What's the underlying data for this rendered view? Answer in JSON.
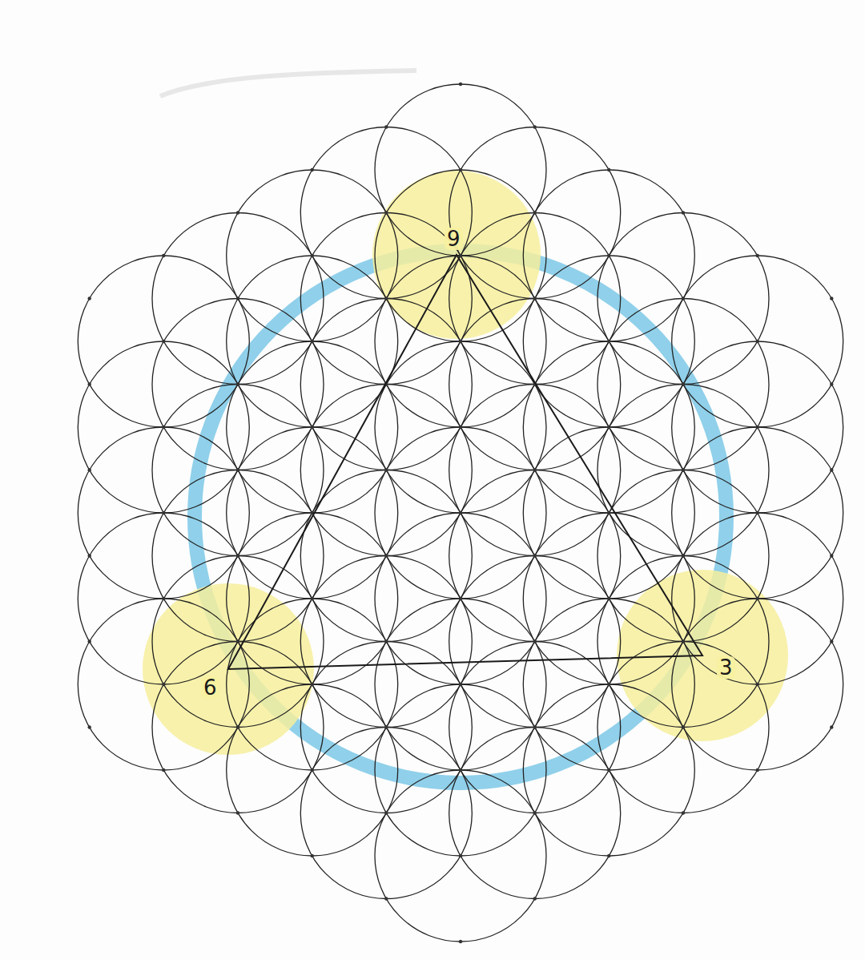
{
  "diagram": {
    "labels": [
      "9",
      "6",
      "3"
    ]
  }
}
